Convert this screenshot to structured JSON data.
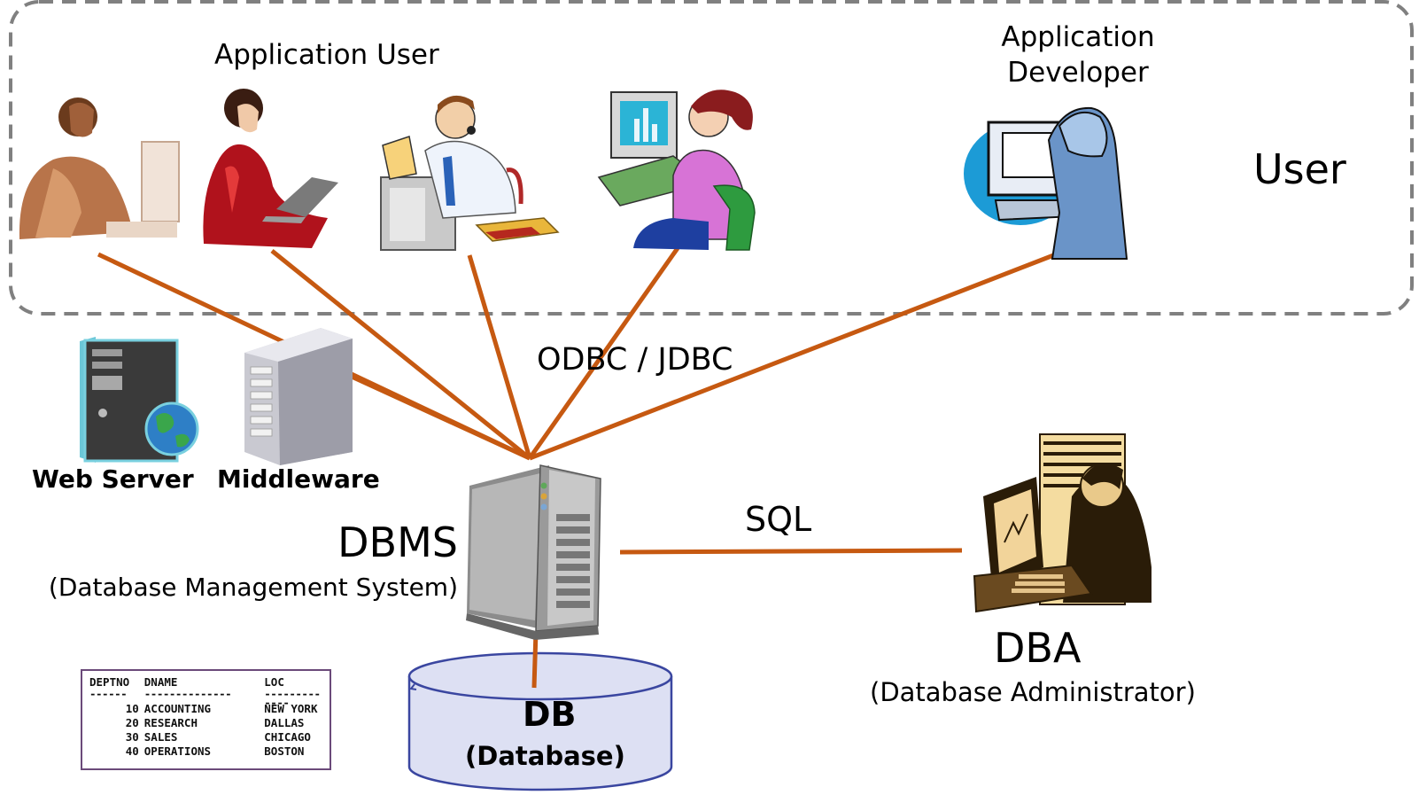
{
  "labels": {
    "application_user": "Application User",
    "application_developer_line1": "Application",
    "application_developer_line2": "Developer",
    "user": "User",
    "odbc_jdbc": "ODBC / JDBC",
    "sql": "SQL",
    "web_server": "Web Server",
    "middleware": "Middleware",
    "dbms": "DBMS",
    "dbms_full": "(Database Management System)",
    "dba": "DBA",
    "dba_full": "(Database Administrator)",
    "db": "DB",
    "db_full": "(Database)"
  },
  "dept_table": {
    "headers": [
      "DEPTNO",
      "DNAME",
      "LOC"
    ],
    "separators": [
      "------",
      "--------------",
      "-------------"
    ],
    "rows": [
      [
        "10",
        "ACCOUNTING",
        "NEW YORK"
      ],
      [
        "20",
        "RESEARCH",
        "DALLAS"
      ],
      [
        "30",
        "SALES",
        "CHICAGO"
      ],
      [
        "40",
        "OPERATIONS",
        "BOSTON"
      ]
    ]
  },
  "colors": {
    "connector": "#c65911",
    "user_group_border": "#808080",
    "db_fill": "#dde0f3",
    "db_stroke": "#3a46a0"
  }
}
